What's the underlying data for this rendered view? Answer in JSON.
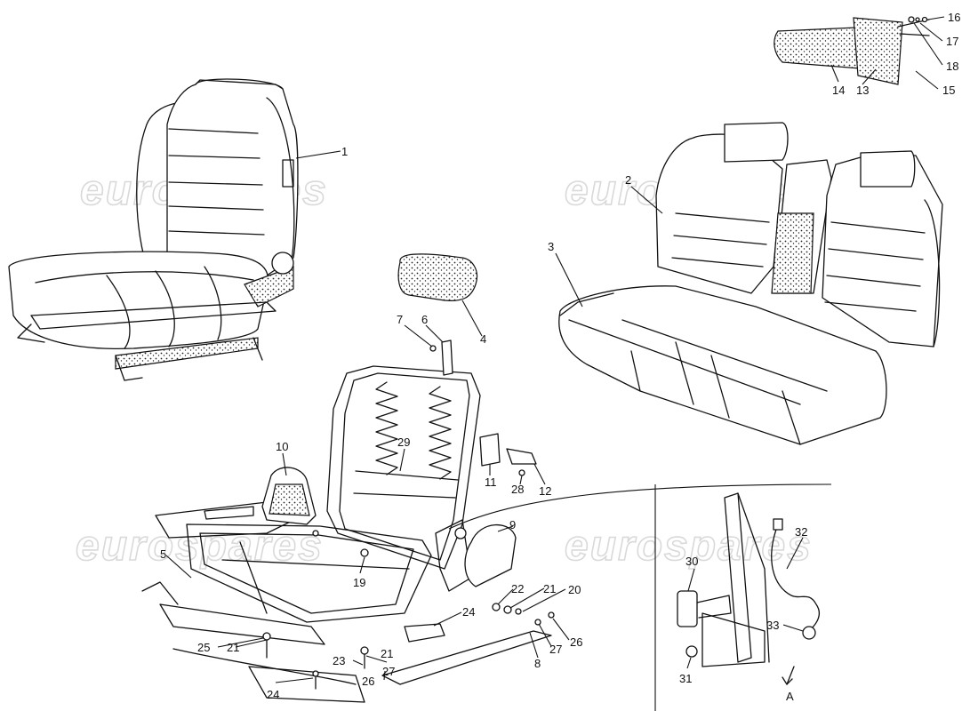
{
  "watermark": "eurospares",
  "inset_label": "A",
  "callouts": [
    {
      "n": "1"
    },
    {
      "n": "2"
    },
    {
      "n": "3"
    },
    {
      "n": "4"
    },
    {
      "n": "5"
    },
    {
      "n": "6"
    },
    {
      "n": "7"
    },
    {
      "n": "8"
    },
    {
      "n": "9"
    },
    {
      "n": "10"
    },
    {
      "n": "11"
    },
    {
      "n": "12"
    },
    {
      "n": "13"
    },
    {
      "n": "14"
    },
    {
      "n": "15"
    },
    {
      "n": "16"
    },
    {
      "n": "17"
    },
    {
      "n": "18"
    },
    {
      "n": "19"
    },
    {
      "n": "20"
    },
    {
      "n": "21"
    },
    {
      "n": "22"
    },
    {
      "n": "23"
    },
    {
      "n": "24"
    },
    {
      "n": "25"
    },
    {
      "n": "26"
    },
    {
      "n": "27"
    },
    {
      "n": "28"
    },
    {
      "n": "29"
    },
    {
      "n": "30"
    },
    {
      "n": "31"
    },
    {
      "n": "32"
    },
    {
      "n": "33"
    }
  ]
}
